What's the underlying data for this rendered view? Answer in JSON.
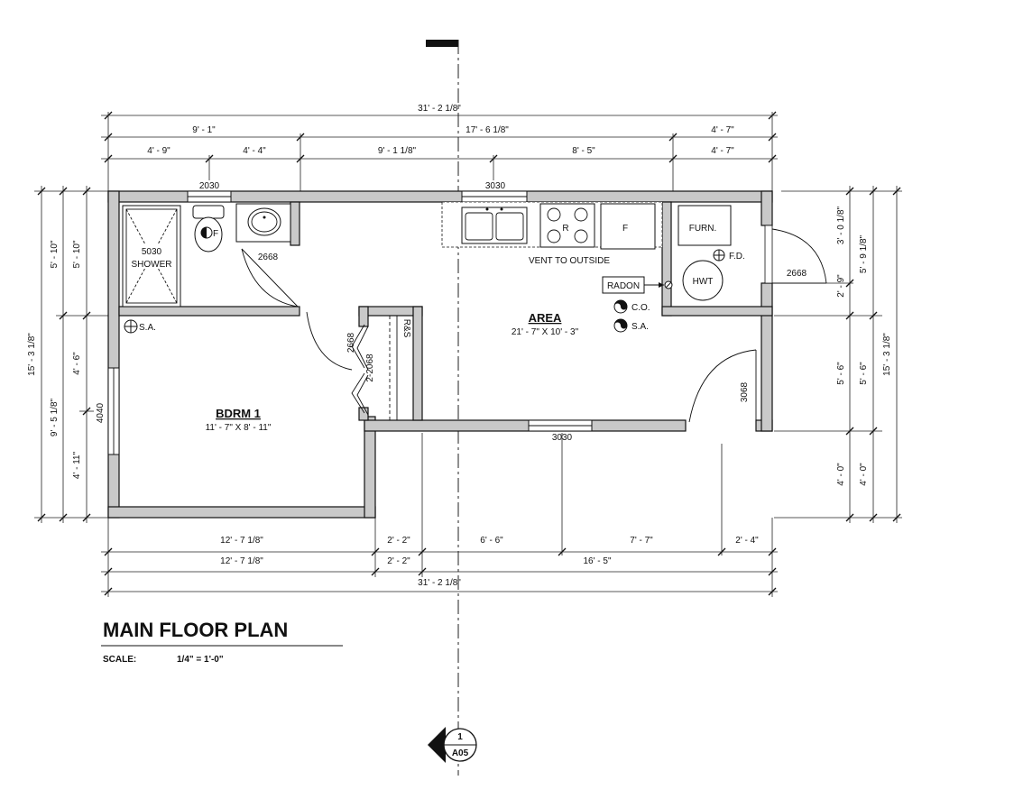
{
  "plan": {
    "title": "MAIN FLOOR PLAN",
    "scale_label": "SCALE:",
    "scale_value": "1/4\" = 1'-0\"",
    "section_mark": {
      "number": "1",
      "sheet": "A05"
    }
  },
  "dimensions": {
    "top_overall": "31' - 2 1/8\"",
    "top_row2": [
      "9' - 1\"",
      "17' - 6 1/8\"",
      "4' - 7\""
    ],
    "top_row3": [
      "4' - 9\"",
      "4' - 4\"",
      "9' - 1 1/8\"",
      "8' - 5\"",
      "4' - 7\""
    ],
    "bottom_row1": [
      "12' - 7 1/8\"",
      "2' - 2\"",
      "6' - 6\"",
      "7' - 7\"",
      "2' - 4\""
    ],
    "bottom_row2": [
      "12' - 7 1/8\"",
      "2' - 2\"",
      "16' - 5\""
    ],
    "bottom_overall": "31' - 2 1/8\"",
    "left_overall": "15' - 3 1/8\"",
    "left_mid": [
      "5' - 10\"",
      "9' - 5 1/8\""
    ],
    "left_inner": [
      "5' - 10\"",
      "4' - 6\"",
      "4' - 11\""
    ],
    "right_inner": [
      "3' - 0 1/8\"",
      "2' - 9\"",
      "5' - 6\"",
      "4' - 0\""
    ],
    "right_mid": [
      "5' - 9 1/8\"",
      "5' - 6\"",
      "4' - 0\""
    ],
    "right_overall": "15' - 3 1/8\""
  },
  "openings": {
    "window_bath": "2030",
    "window_kitchen": "3030",
    "window_bottom": "3030",
    "window_bedroom": "4040",
    "door_bath": "2668",
    "door_closet_1": "2668",
    "door_closet_2": "2-2068",
    "door_utility": "2668",
    "door_entry": "3068"
  },
  "rooms": {
    "bedroom": {
      "name": "BDRM 1",
      "size": "11' - 7\" X 8' - 11\""
    },
    "area": {
      "name": "AREA",
      "size": "21' - 7\" X 10' - 3\""
    }
  },
  "fixtures": {
    "shower_code": "5030",
    "shower_label": "SHOWER",
    "fan": "F",
    "range": "R",
    "fridge": "F",
    "furnace": "FURN.",
    "water_heater": "HWT",
    "floor_drain": "F.D.",
    "vent": "VENT TO OUTSIDE",
    "radon": "RADON",
    "co": "C.O.",
    "sa_area": "S.A.",
    "sa_bedroom": "S.A.",
    "rs": "R&S"
  }
}
